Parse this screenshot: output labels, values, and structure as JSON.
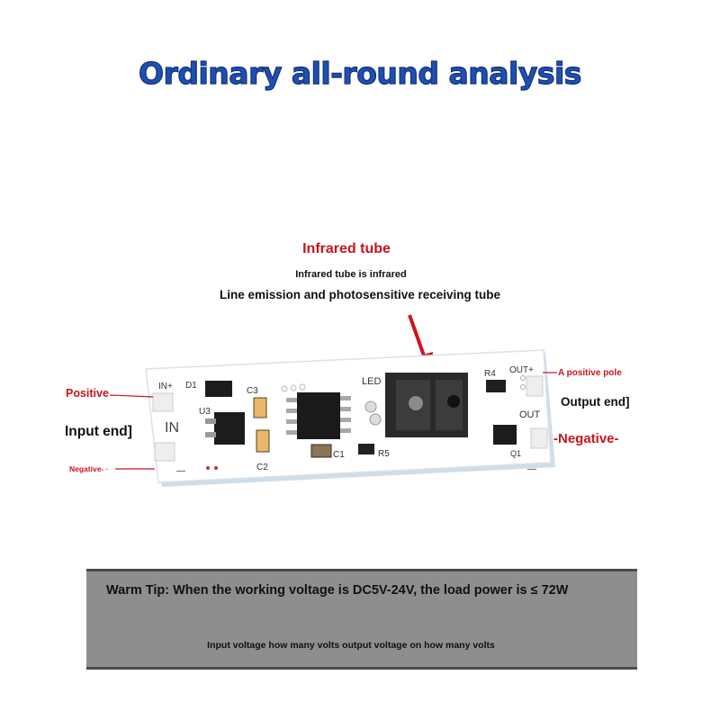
{
  "title": "Ordinary all-round analysis",
  "ir_tube": {
    "heading": "Infrared tube",
    "line1": "Infrared tube is infrared",
    "line2": "Line emission and photosensitive receiving tube"
  },
  "labels": {
    "positive": "Positive",
    "input_end": "Input end]",
    "negative_left": "Negative- ·",
    "a_positive_pole": "A positive pole",
    "output_end": "Output end]",
    "negative_right": "-Negative-"
  },
  "board": {
    "in_plus": "IN+",
    "in": "IN",
    "minus": "—",
    "d1": "D1",
    "u3": "U3",
    "c3": "C3",
    "c2": "C2",
    "c1": "C1",
    "r5": "R5",
    "led": "LED",
    "r4": "R4",
    "out_plus": "OUT+",
    "out": "OUT",
    "q1": "Q1"
  },
  "tip": {
    "main": "Warm Tip: When the working voltage is DC5V-24V, the load power is ≤ 72W",
    "sub": "Input voltage how many volts output voltage on how many volts"
  },
  "colors": {
    "title": "#1f4fb0",
    "accent_red": "#c8141c",
    "tip_box": "#8e8e8e"
  }
}
